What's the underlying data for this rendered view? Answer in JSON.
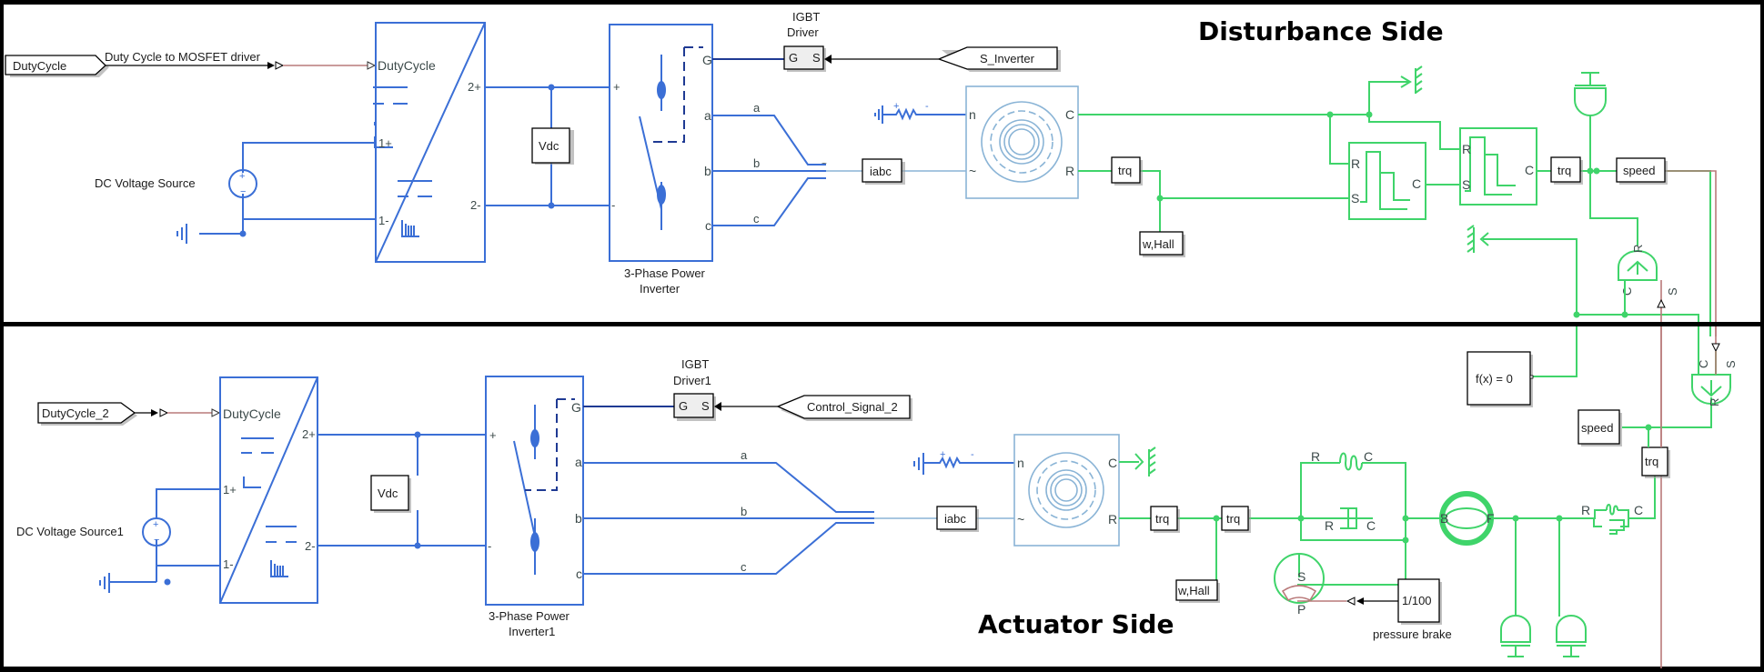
{
  "panels": {
    "top_title": "Disturbance Side",
    "bottom_title": "Actuator Side"
  },
  "top": {
    "duty_goto": "DutyCycle",
    "duty_signal_label": "Duty Cycle to MOSFET driver",
    "converter_in_label": "DutyCycle",
    "converter_ports": {
      "p1": "1+",
      "n1": "1-",
      "p2": "2+",
      "n2": "2-"
    },
    "dc_source_label": "DC Voltage Source",
    "vdc_label": "Vdc",
    "inverter_label_1": "3-Phase Power",
    "inverter_label_2": "Inverter",
    "inverter_ports": {
      "plus": "+",
      "minus": "-",
      "g": "G",
      "a": "a",
      "b": "b",
      "c": "c"
    },
    "phase_labels": [
      "a",
      "b",
      "c"
    ],
    "igbt_label_1": "IGBT",
    "igbt_label_2": "Driver",
    "igbt_ports": {
      "g": "G",
      "s": "S"
    },
    "s_inverter_tag": "S_Inverter",
    "iabc_label": "iabc",
    "motor_ports": {
      "n": "n",
      "ac": "~",
      "c": "C",
      "r": "R"
    },
    "resistor_signs": {
      "plus": "+",
      "minus": "-"
    },
    "trq_label": "trq",
    "whall_label": "w,Hall",
    "friction_ports": {
      "r": "R",
      "s": "S",
      "c": "C"
    },
    "trq2_label": "trq",
    "speed_label": "speed",
    "sensor_ports": {
      "r": "R",
      "c": "C",
      "s": "S"
    }
  },
  "bottom": {
    "duty_goto": "DutyCycle_2",
    "converter_in_label": "DutyCycle",
    "converter_ports": {
      "p1": "1+",
      "n1": "1-",
      "p2": "2+",
      "n2": "2-"
    },
    "dc_source_label": "DC Voltage Source1",
    "vdc_label": "Vdc",
    "inverter_label_1": "3-Phase Power",
    "inverter_label_2": "Inverter1",
    "inverter_ports": {
      "plus": "+",
      "minus": "-",
      "g": "G",
      "a": "a",
      "b": "b",
      "c": "c"
    },
    "phase_labels": [
      "a",
      "b",
      "c"
    ],
    "igbt_label_1": "IGBT",
    "igbt_label_2": "Driver1",
    "igbt_ports": {
      "g": "G",
      "s": "S"
    },
    "control_tag": "Control_Signal_2",
    "iabc_label": "iabc",
    "motor_ports": {
      "n": "n",
      "ac": "~",
      "c": "C",
      "r": "R"
    },
    "resistor_signs": {
      "plus": "+",
      "minus": "-"
    },
    "trq_label": "trq",
    "trq2_label": "trq",
    "whall_label": "w,Hall",
    "spring_ports": {
      "r": "R",
      "c": "C"
    },
    "clutch_ports": {
      "r": "R",
      "c": "C"
    },
    "brake_ports": {
      "s": "S",
      "p": "P"
    },
    "gain_label": "1/100",
    "gain_caption": "pressure brake",
    "belt_ports": {
      "b": "B",
      "f": "F"
    },
    "compliance_ports": {
      "r": "R",
      "c": "C"
    },
    "solver_label": "f(x) = 0",
    "speed_label": "speed",
    "trq3_label": "trq",
    "source_ports": {
      "c": "C",
      "s": "S",
      "r": "R"
    }
  },
  "colors": {
    "electrical": "#3b6fd6",
    "mechanical": "#3fd46a",
    "motor": "#8ab4d6",
    "physical_signal": "#b97a7a"
  }
}
